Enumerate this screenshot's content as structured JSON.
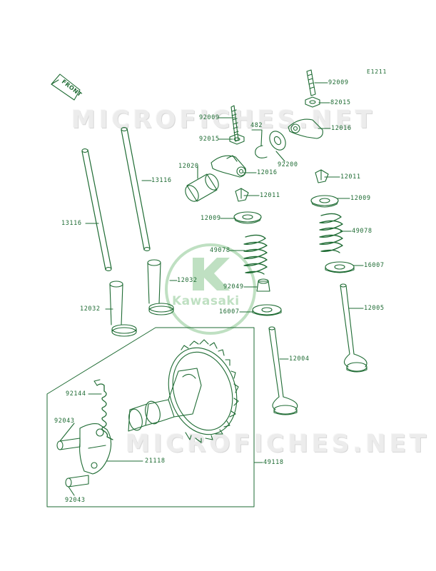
{
  "diagram": {
    "code": "E1211",
    "front_label": "FRONT",
    "watermark_text": "MICROFICHES.NET",
    "logo_text": "Kawasaki",
    "ink_color": "#1e6b33",
    "logo_color": "#bfe0c2",
    "labels": {
      "l1": "92009",
      "l2": "82015",
      "l3": "12016",
      "l4": "92009",
      "l5": "92015",
      "l6": "482",
      "l7": "92200",
      "l8": "12016",
      "l9": "12020",
      "l10": "13116",
      "l11": "12011",
      "l12": "12011",
      "l13": "12009",
      "l14": "12009",
      "l15": "49078",
      "l16": "49078",
      "l17": "16007",
      "l18": "13116",
      "l19": "12032",
      "l20": "92049",
      "l21": "16007",
      "l22": "12005",
      "l23": "12032",
      "l24": "12004",
      "l25": "92144",
      "l26": "92043",
      "l27": "21118",
      "l28": "49118",
      "l29": "92043"
    }
  }
}
